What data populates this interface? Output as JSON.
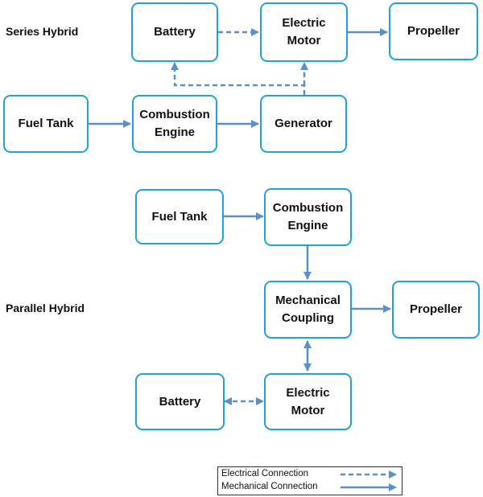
{
  "colors": {
    "box_border": "#1fa2d8",
    "connector": "#5b8fc7",
    "text": "#111111"
  },
  "series": {
    "label": "Series Hybrid",
    "battery": "Battery",
    "electric_motor": "Electric Motor",
    "propeller": "Propeller",
    "fuel_tank": "Fuel Tank",
    "combustion_engine": "Combustion Engine",
    "generator": "Generator"
  },
  "parallel": {
    "label": "Parallel Hybrid",
    "fuel_tank": "Fuel Tank",
    "combustion_engine": "Combustion Engine",
    "mechanical_coupling": "Mechanical Coupling",
    "propeller": "Propeller",
    "battery": "Battery",
    "electric_motor": "Electric Motor"
  },
  "legend": {
    "electrical": "Electrical Connection",
    "mechanical": "Mechanical Connection"
  }
}
